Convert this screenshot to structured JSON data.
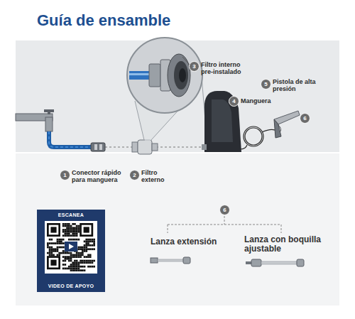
{
  "diagram": {
    "title": "Guía de ensamble",
    "nodes": [
      {
        "text": [
          "ESCANEA",
          "VIDEO DE APOYO"
        ]
      }
    ],
    "labels": [
      "1",
      "Conector rápido para manguera",
      "2",
      "Filtro externo",
      "3",
      "Filtro interno pre-instalado",
      "4",
      "Manguera",
      "5",
      "Pistola de alta presión",
      "6",
      "6",
      "Lanza extensión",
      "Lanza con boquilla ajustable"
    ]
  }
}
